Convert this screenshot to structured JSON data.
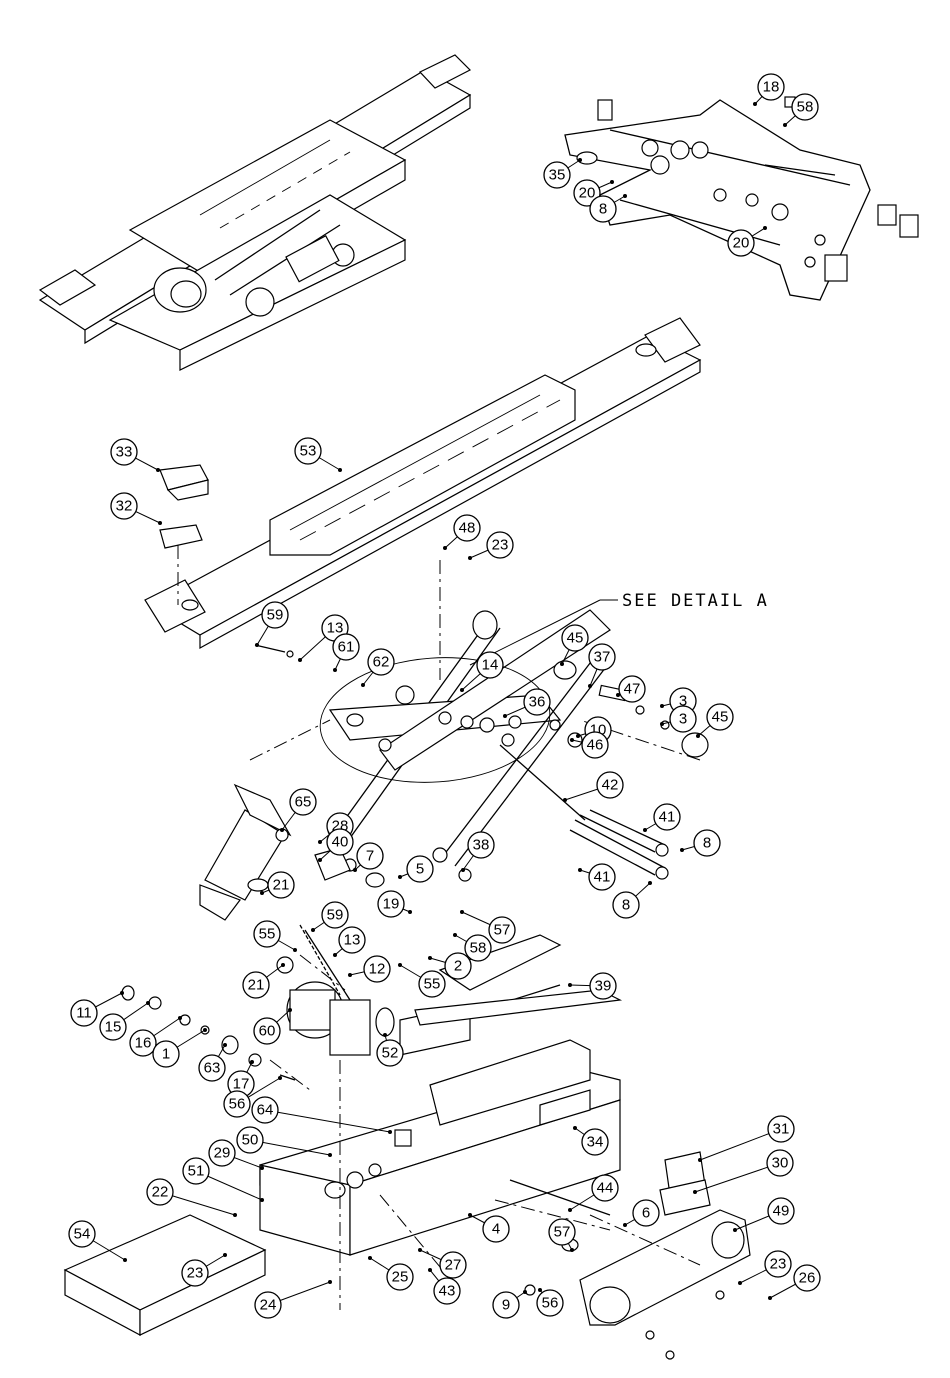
{
  "detail_label": "SEE DETAIL  A",
  "callouts": [
    "18",
    "58",
    "35",
    "20",
    "8",
    "20",
    "33",
    "53",
    "32",
    "48",
    "23",
    "59",
    "13",
    "61",
    "62",
    "14",
    "36",
    "45",
    "37",
    "47",
    "3",
    "3",
    "45",
    "10",
    "46",
    "42",
    "41",
    "8",
    "41",
    "8",
    "65",
    "28",
    "40",
    "7",
    "5",
    "38",
    "21",
    "19",
    "57",
    "58",
    "59",
    "55",
    "13",
    "12",
    "2",
    "55",
    "21",
    "11",
    "15",
    "16",
    "1",
    "63",
    "17",
    "56",
    "60",
    "52",
    "39",
    "64",
    "50",
    "34",
    "29",
    "51",
    "22",
    "31",
    "30",
    "49",
    "54",
    "23",
    "44",
    "4",
    "6",
    "57",
    "27",
    "25",
    "43",
    "9",
    "56",
    "23",
    "26",
    "24"
  ]
}
